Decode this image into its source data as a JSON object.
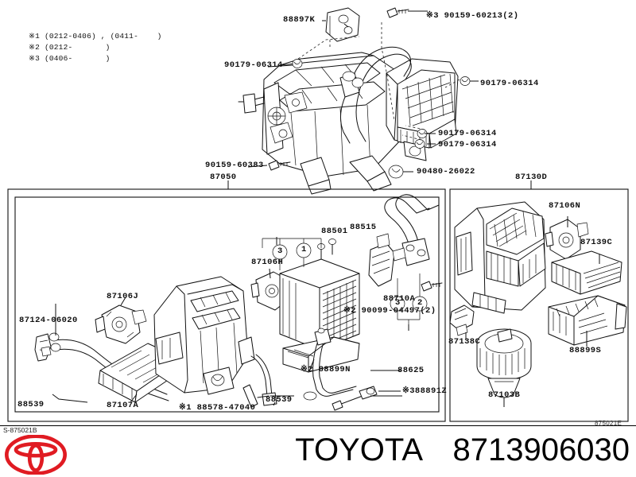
{
  "document": {
    "type": "toyota-electronic-parts-catalog-illustration",
    "sheet_code_top_left": "S-875021B",
    "sheet_code_bottom_right": "875021E",
    "brand": "TOYOTA",
    "part_number": "8713906030"
  },
  "legend": {
    "lines": [
      "※1 (0212-0406) , (0411-    )",
      "※2 (0212-       )",
      "※3 (0406-       )"
    ]
  },
  "top_assembly": {
    "group_label": "87050",
    "callouts": [
      {
        "id": "c-88897k",
        "text": "88897K"
      },
      {
        "id": "c-90159-60213",
        "text": "※3 90159-60213(2)"
      },
      {
        "id": "c-90179-06314-a",
        "text": "90179-06314"
      },
      {
        "id": "c-90179-06314-b",
        "text": "90179-06314"
      },
      {
        "id": "c-90179-06314-c",
        "text": "90179-06314"
      },
      {
        "id": "c-90179-06314-d",
        "text": "90179-06314"
      },
      {
        "id": "c-90159-60383",
        "text": "90159-60383"
      },
      {
        "id": "c-90480-26022",
        "text": "90480-26022"
      }
    ]
  },
  "left_panel": {
    "callouts": [
      {
        "id": "c-87124",
        "text": "87124-06020"
      },
      {
        "id": "c-87106j",
        "text": "87106J"
      },
      {
        "id": "c-87107a",
        "text": "87107A"
      },
      {
        "id": "c-87106h",
        "text": "87106H"
      },
      {
        "id": "c-88501",
        "text": "88501"
      },
      {
        "id": "c-88515",
        "text": "88515"
      },
      {
        "id": "c-88710a",
        "text": "88710A"
      },
      {
        "id": "c-90099",
        "text": "※2 90099-04497(2)"
      },
      {
        "id": "c-88578",
        "text": "※1 88578-47040"
      },
      {
        "id": "c-88539-a",
        "text": "88539"
      },
      {
        "id": "c-88539-b",
        "text": "88539"
      },
      {
        "id": "c-88899n",
        "text": "※2 88899N"
      },
      {
        "id": "c-88625",
        "text": "88625"
      },
      {
        "id": "c-88891z",
        "text": "※388891Z"
      }
    ],
    "balloons": [
      "3",
      "1",
      "3",
      "2"
    ]
  },
  "right_panel": {
    "group_label": "87130D",
    "callouts": [
      {
        "id": "c-87106n",
        "text": "87106N"
      },
      {
        "id": "c-87139c",
        "text": "87139C"
      },
      {
        "id": "c-87138c",
        "text": "87138C"
      },
      {
        "id": "c-87103b",
        "text": "87103B"
      },
      {
        "id": "c-88899s",
        "text": "88899S"
      }
    ]
  },
  "colors": {
    "line": "#111111",
    "brand_red": "#E01B22",
    "background": "#FFFFFF"
  }
}
